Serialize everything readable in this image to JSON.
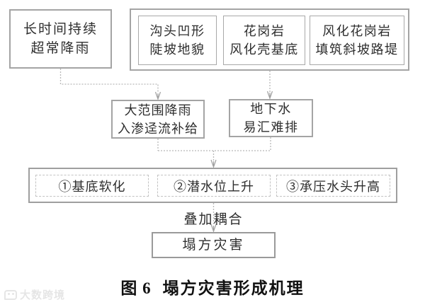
{
  "flow": {
    "rain": {
      "lines": [
        "长时间持续",
        "超常降雨"
      ]
    },
    "gully": {
      "lines": [
        "沟头凹形",
        "陡坡地貌"
      ]
    },
    "granite": {
      "lines": [
        "花岗岩",
        "风化壳基底"
      ]
    },
    "embankment": {
      "lines": [
        "风化花岗岩",
        "填筑斜坡路堤"
      ]
    },
    "recharge": {
      "lines": [
        "大范围降雨",
        "入渗迳流补给"
      ]
    },
    "groundwater": {
      "lines": [
        "地下水",
        "易汇难排"
      ]
    },
    "effects": [
      {
        "label": "①基底软化"
      },
      {
        "label": "②潜水位上升"
      },
      {
        "label": "③承压水头升高"
      }
    ],
    "coupling": "叠加耦合",
    "disaster": "塌方灾害"
  },
  "caption": {
    "number": "图 6",
    "title": "塌方灾害形成机理"
  },
  "watermark": "大数跨境",
  "colors": {
    "box_border": "#a4a4a4",
    "inner_border": "#a8a8a8",
    "dashed_border": "#c3c3c3",
    "connector": "#b8b8b8",
    "text": "#2e2e2e",
    "caption_text": "#111111",
    "background": "#ffffff"
  }
}
